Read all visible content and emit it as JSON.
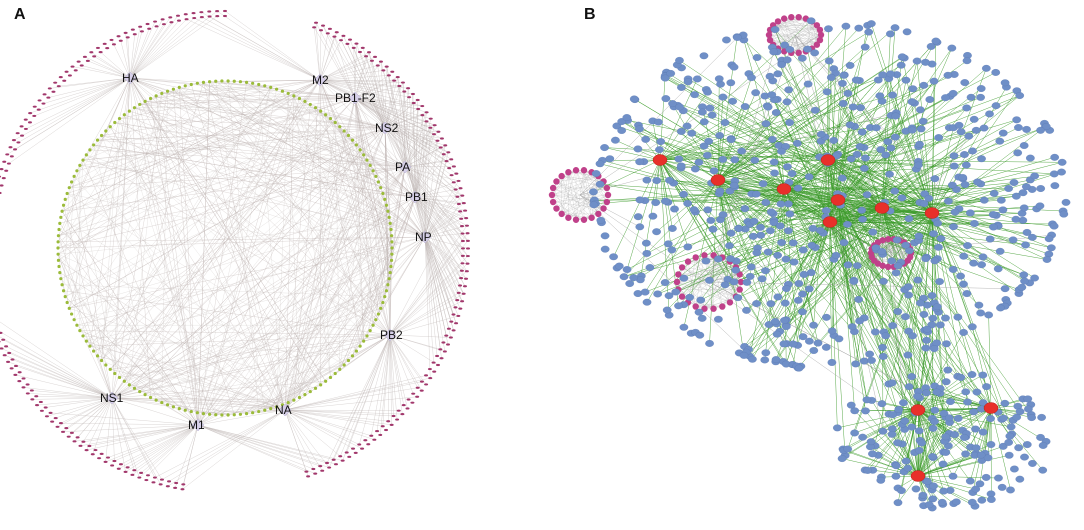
{
  "panels": [
    {
      "letter": "A"
    },
    {
      "letter": "B"
    }
  ],
  "panel_a": {
    "segments": [
      "HA",
      "M2",
      "PB1-F2",
      "NS2",
      "PA",
      "PB1",
      "NP",
      "PB2",
      "NA",
      "M1",
      "NS1"
    ],
    "colors": {
      "edge": "#bdb3b1",
      "segment_node": "#d6cfe8",
      "inner_ring": "#9bbb3a",
      "outer_ring": "#a2386c"
    }
  },
  "panel_b": {
    "colors": {
      "edge_green": "#3d9b2c",
      "edge_gray": "#9a9a9a",
      "node_blue": "#6f8fc7",
      "node_red": "#e8302a",
      "node_magenta": "#c0418a"
    }
  }
}
